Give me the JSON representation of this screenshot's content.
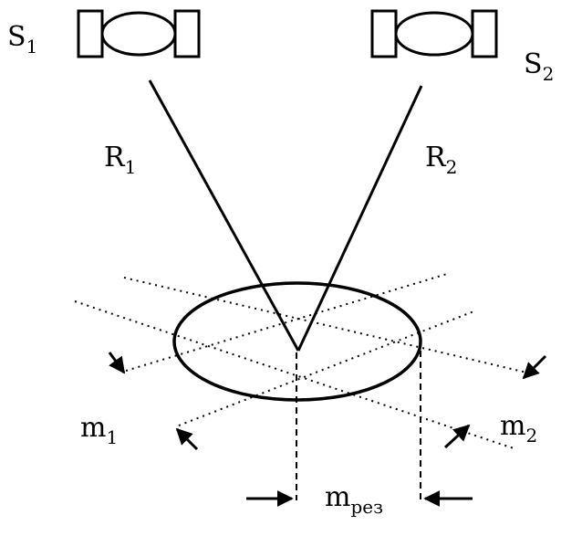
{
  "satellites": [
    {
      "name": "S",
      "sub": "1"
    },
    {
      "name": "S",
      "sub": "2"
    }
  ],
  "ranges": [
    {
      "name": "R",
      "sub": "1"
    },
    {
      "name": "R",
      "sub": "2"
    }
  ],
  "errors": [
    {
      "name": "m",
      "sub": "1"
    },
    {
      "name": "m",
      "sub": "2"
    }
  ],
  "resultant": {
    "name": "m",
    "sub": "рез"
  }
}
